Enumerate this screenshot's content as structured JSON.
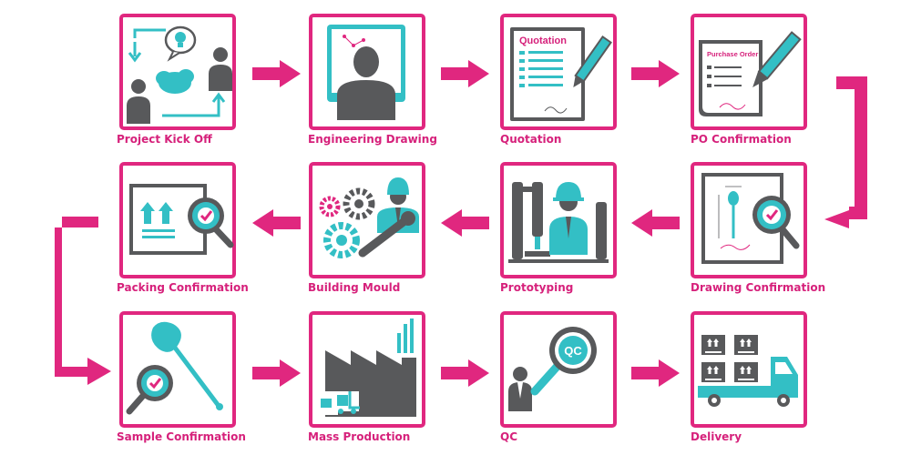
{
  "colors": {
    "magenta": "#e0277f",
    "teal": "#33bfc5",
    "gray": "#58595b",
    "label": "#d6217b"
  },
  "steps": [
    {
      "label": "Project Kick Off",
      "icon": "kickoff-meeting-icon"
    },
    {
      "label": "Engineering Drawing",
      "icon": "engineer-monitor-icon"
    },
    {
      "label": "Quotation",
      "icon": "quotation-document-icon",
      "doc_title": "Quotation"
    },
    {
      "label": "PO Confirmation",
      "icon": "purchase-order-icon",
      "doc_title": "Purchase Order"
    },
    {
      "label": "Drawing Confirmation",
      "icon": "drawing-check-icon"
    },
    {
      "label": "Prototyping",
      "icon": "prototyping-worker-icon"
    },
    {
      "label": "Building Mould",
      "icon": "gears-wrench-icon"
    },
    {
      "label": "Packing Confirmation",
      "icon": "packing-check-icon"
    },
    {
      "label": "Sample Confirmation",
      "icon": "sample-spatula-icon"
    },
    {
      "label": "Mass Production",
      "icon": "factory-forklift-icon"
    },
    {
      "label": "QC",
      "icon": "qc-magnifier-icon",
      "badge": "QC"
    },
    {
      "label": "Delivery",
      "icon": "delivery-truck-icon"
    }
  ]
}
